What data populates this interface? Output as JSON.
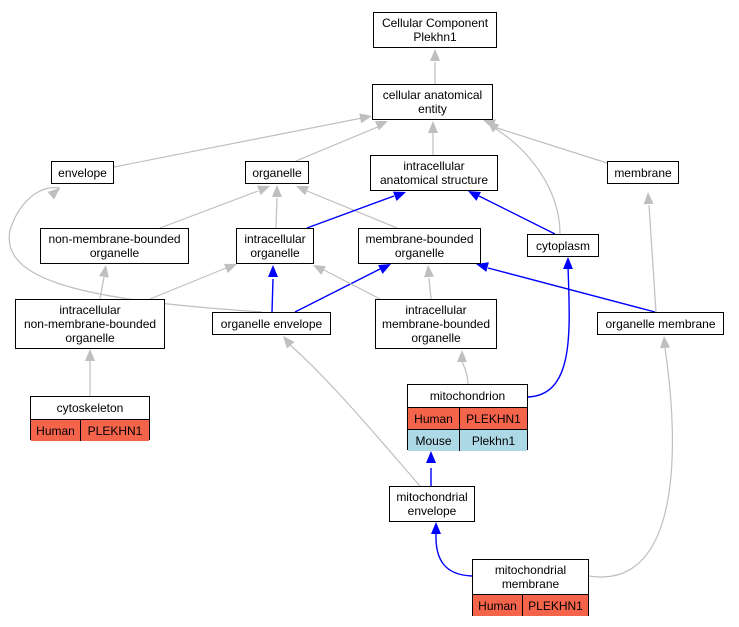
{
  "colors": {
    "gray_edge": "#bfbfbf",
    "blue_edge": "#0000ff",
    "human": "#f4644b",
    "mouse": "#add8e6"
  },
  "nodes": {
    "root": {
      "line1": "Cellular Component",
      "line2": "Plekhn1"
    },
    "cae": {
      "line1": "cellular anatomical",
      "line2": "entity"
    },
    "envelope": {
      "line1": "envelope"
    },
    "organelle": {
      "line1": "organelle"
    },
    "ias": {
      "line1": "intracellular",
      "line2": "anatomical structure"
    },
    "membrane": {
      "line1": "membrane"
    },
    "nmbo": {
      "line1": "non-membrane-bounded",
      "line2": "organelle"
    },
    "io": {
      "line1": "intracellular",
      "line2": "organelle"
    },
    "mbo": {
      "line1": "membrane-bounded",
      "line2": "organelle"
    },
    "cytoplasm": {
      "line1": "cytoplasm"
    },
    "inmbo": {
      "line1": "intracellular",
      "line2": "non-membrane-bounded",
      "line3": "organelle"
    },
    "oenv": {
      "line1": "organelle envelope"
    },
    "imbo": {
      "line1": "intracellular",
      "line2": "membrane-bounded",
      "line3": "organelle"
    },
    "omem": {
      "line1": "organelle membrane"
    },
    "mito": {
      "title": "mitochondrion",
      "human_label": "Human",
      "human_gene": "PLEKHN1",
      "mouse_label": "Mouse",
      "mouse_gene": "Plekhn1"
    },
    "cyto": {
      "title": "cytoskeleton",
      "human_label": "Human",
      "human_gene": "PLEKHN1"
    },
    "menv": {
      "line1": "mitochondrial",
      "line2": "envelope"
    },
    "mmem": {
      "title1": "mitochondrial",
      "title2": "membrane",
      "human_label": "Human",
      "human_gene": "PLEKHN1"
    }
  }
}
